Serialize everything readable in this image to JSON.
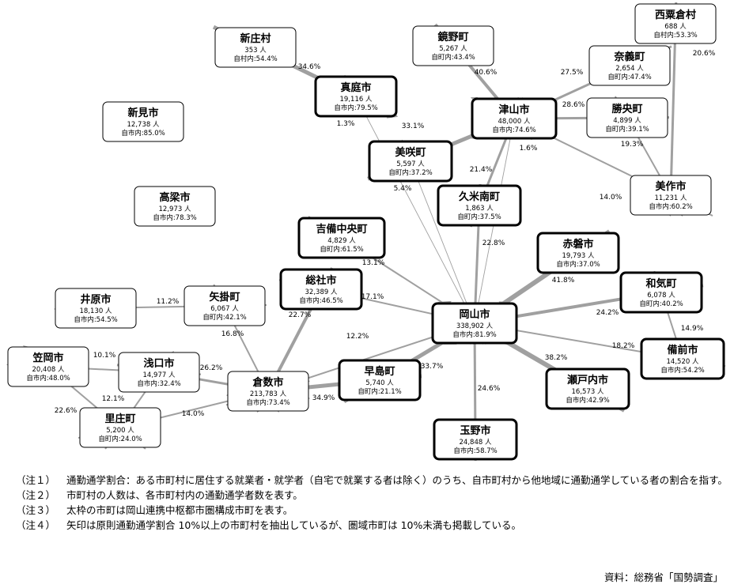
{
  "nodes": {
    "niisato": {
      "name": "新庄村",
      "count": "353 人",
      "rate": "自村内:54.4%"
    },
    "maniwa": {
      "name": "真庭市",
      "count": "19,116 人",
      "rate": "自市内:79.5%"
    },
    "kagamino": {
      "name": "鏡野町",
      "count": "5,267 人",
      "rate": "自町内:43.4%"
    },
    "nishiawakura": {
      "name": "西粟倉村",
      "count": "688 人",
      "rate": "自村内:53.3%"
    },
    "nagi": {
      "name": "奈義町",
      "count": "2,654 人",
      "rate": "自町内:47.4%"
    },
    "tsuyama": {
      "name": "津山市",
      "count": "48,000 人",
      "rate": "自市内:74.6%"
    },
    "shoo": {
      "name": "勝央町",
      "count": "4,899 人",
      "rate": "自町内:39.1%"
    },
    "niimi": {
      "name": "新見市",
      "count": "12,738 人",
      "rate": "自市内:85.0%"
    },
    "misaki": {
      "name": "美咲町",
      "count": "5,597 人",
      "rate": "自町内:37.2%"
    },
    "mimasaka": {
      "name": "美作市",
      "count": "11,231 人",
      "rate": "自市内:60.2%"
    },
    "takahashi": {
      "name": "高梁市",
      "count": "12,973 人",
      "rate": "自市内:78.3%"
    },
    "kumenan": {
      "name": "久米南町",
      "count": "1,863 人",
      "rate": "自町内:37.5%"
    },
    "kibichuo": {
      "name": "吉備中央町",
      "count": "4,829 人",
      "rate": "自町内:61.5%"
    },
    "akaiwa": {
      "name": "赤磐市",
      "count": "19,793 人",
      "rate": "自市内:37.0%"
    },
    "soja": {
      "name": "総社市",
      "count": "32,389 人",
      "rate": "自市内:46.5%"
    },
    "wake": {
      "name": "和気町",
      "count": "6,078 人",
      "rate": "自町内:40.2%"
    },
    "ibara": {
      "name": "井原市",
      "count": "18,130 人",
      "rate": "自市内:54.5%"
    },
    "yakage": {
      "name": "矢掛町",
      "count": "6,067 人",
      "rate": "自町内:42.1%"
    },
    "okayama": {
      "name": "岡山市",
      "count": "338,902 人",
      "rate": "自市内:81.9%"
    },
    "kasaoka": {
      "name": "笠岡市",
      "count": "20,408 人",
      "rate": "自市内:48.0%"
    },
    "asakuchi": {
      "name": "浅口市",
      "count": "14,977 人",
      "rate": "自市内:32.4%"
    },
    "bizen": {
      "name": "備前市",
      "count": "14,520 人",
      "rate": "自市内:54.2%"
    },
    "hayashima": {
      "name": "早島町",
      "count": "5,740 人",
      "rate": "自町内:21.1%"
    },
    "kurashiki": {
      "name": "倉数市",
      "count": "213,783 人",
      "rate": "自市内:73.4%"
    },
    "setouchi": {
      "name": "瀬戸内市",
      "count": "16,573 人",
      "rate": "自市内:42.9%"
    },
    "satosho": {
      "name": "里庄町",
      "count": "5,200 人",
      "rate": "自町内:24.0%"
    },
    "tamano": {
      "name": "玉野市",
      "count": "24,848 人",
      "rate": "自市内:58.7%"
    }
  },
  "arrows": [
    {
      "from": "niisato",
      "to": "maniwa",
      "label": "34.6%"
    },
    {
      "from": "maniwa",
      "to": "okayama",
      "label": "1.3%"
    },
    {
      "from": "kagamino",
      "to": "tsuyama",
      "label": "40.6%"
    },
    {
      "from": "nagi",
      "to": "tsuyama",
      "label": "27.5%"
    },
    {
      "from": "nishiawakura",
      "to": "mimasaka",
      "label": "20.6%"
    },
    {
      "from": "shoo",
      "to": "tsuyama",
      "label": "28.6%"
    },
    {
      "from": "shoo",
      "to": "mimasaka",
      "label": "19.3%"
    },
    {
      "from": "mimasaka",
      "to": "tsuyama",
      "label": "14.0%"
    },
    {
      "from": "misaki",
      "to": "tsuyama",
      "label": "33.1%"
    },
    {
      "from": "misaki",
      "to": "okayama",
      "label": "5.4%"
    },
    {
      "from": "tsuyama",
      "to": "okayama",
      "label": "1.6%"
    },
    {
      "from": "kumenan",
      "to": "tsuyama",
      "label": "21.4%"
    },
    {
      "from": "kumenan",
      "to": "okayama",
      "label": "22.8%"
    },
    {
      "from": "kibichuo",
      "to": "okayama",
      "label": "13.1%"
    },
    {
      "from": "akaiwa",
      "to": "okayama",
      "label": "41.8%"
    },
    {
      "from": "soja",
      "to": "okayama",
      "label": "17.1%"
    },
    {
      "from": "soja",
      "to": "kurashiki",
      "label": "22.7%"
    },
    {
      "from": "wake",
      "to": "okayama",
      "label": "24.2%"
    },
    {
      "from": "wake",
      "to": "bizen",
      "label": "14.9%"
    },
    {
      "from": "bizen",
      "to": "okayama",
      "label": "18.2%"
    },
    {
      "from": "setouchi",
      "to": "okayama",
      "label": "38.2%"
    },
    {
      "from": "tamano",
      "to": "okayama",
      "label": "24.6%"
    },
    {
      "from": "hayashima",
      "to": "okayama",
      "label": "33.7%"
    },
    {
      "from": "hayashima",
      "to": "kurashiki",
      "label": "34.9%"
    },
    {
      "from": "kurashiki",
      "to": "okayama",
      "label": "12.2%"
    },
    {
      "from": "yakage",
      "to": "ibara",
      "label": "11.2%"
    },
    {
      "from": "yakage",
      "to": "kurashiki",
      "label": "16.8%"
    },
    {
      "from": "asakuchi",
      "to": "kurashiki",
      "label": "26.2%"
    },
    {
      "from": "asakuchi",
      "to": "kasaoka",
      "label": "10.1%"
    },
    {
      "from": "satosho",
      "to": "asakuchi",
      "label": "12.1%"
    },
    {
      "from": "satosho",
      "to": "kasaoka",
      "label": "22.6%"
    },
    {
      "from": "satosho",
      "to": "kurashiki",
      "label": "14.0%"
    }
  ],
  "notes": [
    {
      "label": "（注１）",
      "text": "通勤通学割合：ある市町村に居住する就業者・就学者（自宅で就業する者は除く）のうち、自市町村から他地域に通勤通学している者の割合を指す。"
    },
    {
      "label": "（注２）",
      "text": "市町村の人数は、各市町村内の通勤通学者数を表す。"
    },
    {
      "label": "（注３）",
      "text": "太枠の市町は岡山連携中枢都市圏構成市町を表す。"
    },
    {
      "label": "（注４）",
      "text": "矢印は原則通勤通学割合 10%以上の市町村を抽出しているが、圏域市町は 10%未満も掲載している。"
    }
  ],
  "source": "資料：総務省「国勢調査」",
  "colors": {
    "arrow": "#a0a0a0",
    "border": "#000000"
  }
}
